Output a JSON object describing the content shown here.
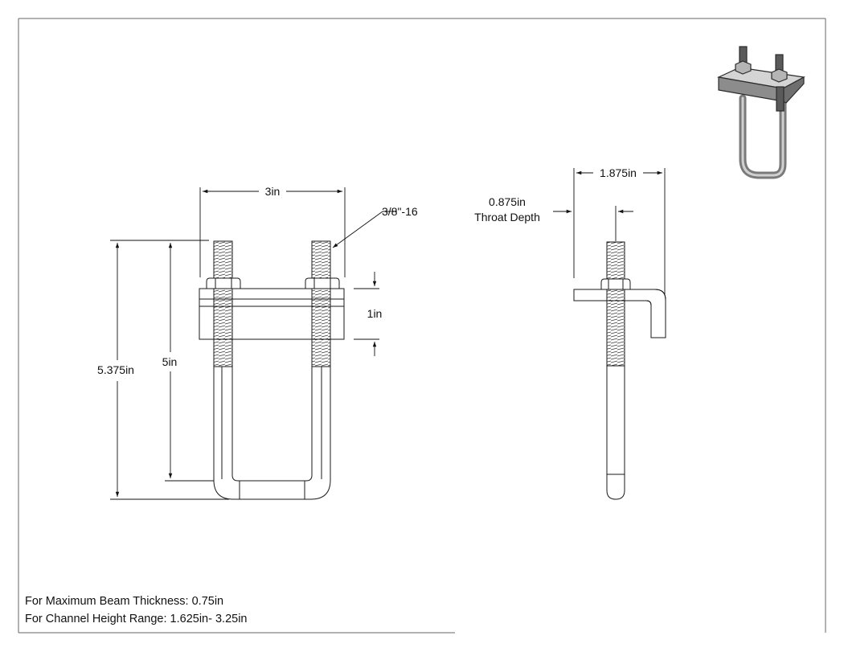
{
  "dimensions": {
    "width": "3in",
    "overall_height": "5.375in",
    "thread_height": "5in",
    "plate_height": "1in",
    "thread_spec": "3/8\"-16",
    "side_width": "1.875in",
    "throat_depth_value": "0.875in",
    "throat_depth_label": "Throat Depth"
  },
  "notes": {
    "beam_thickness": "For Maximum Beam Thickness: 0.75in",
    "channel_height": "For Channel Height Range: 1.625in- 3.25in"
  },
  "colors": {
    "line": "#1a1a1a",
    "metal_light": "#d9d9d9",
    "metal_mid": "#a6a6a6",
    "metal_dark": "#5a5a5a"
  }
}
